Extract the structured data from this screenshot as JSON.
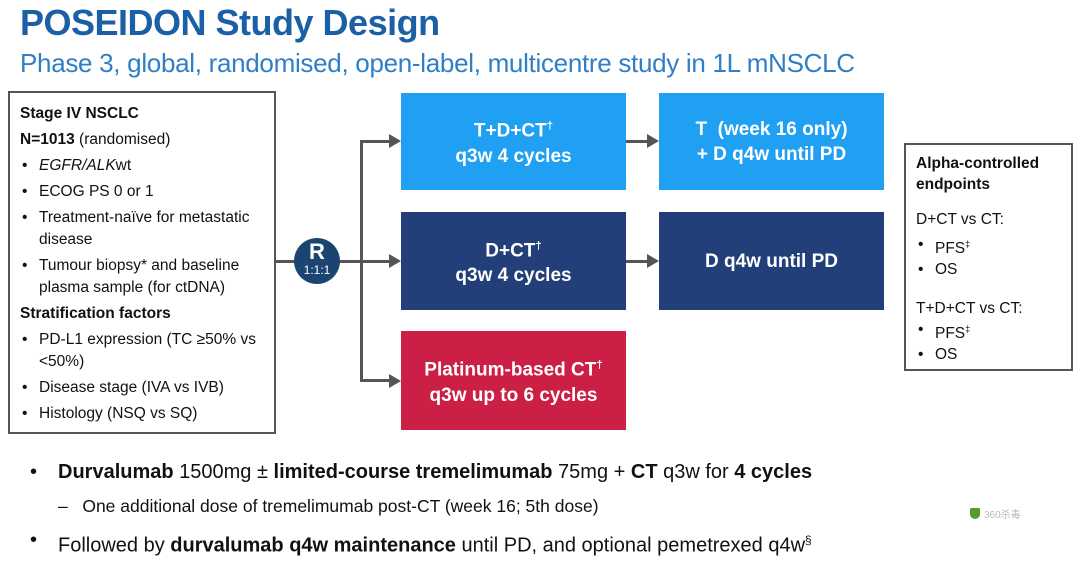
{
  "title": "POSEIDON Study Design",
  "subtitle": "Phase 3, global, randomised, open-label, multicentre study in 1L mNSCLC",
  "population": {
    "heading": "Stage IV NSCLC",
    "n_bold": "N=1013",
    "n_rest": " (randomised)",
    "criteria_egfr_italic": "EGFR/ALK",
    "criteria_egfr_rest": "wt",
    "criteria": [
      "ECOG PS 0 or 1",
      "Treatment-naïve for metastatic disease",
      "Tumour biopsy* and baseline plasma sample (for ctDNA)"
    ],
    "strat_heading": "Stratification factors",
    "strat": [
      "PD-L1 expression (TC ≥50% vs <50%)",
      "Disease stage (IVA vs IVB)",
      "Histology (NSQ vs SQ)"
    ]
  },
  "randomisation": {
    "label": "R",
    "ratio": "1:1:1"
  },
  "arms": [
    {
      "line1": "T+D+CT",
      "sup": "†",
      "line2": "q3w 4 cycles",
      "maint1": "T  (week 16 only)",
      "maint2": "+ D q4w until PD"
    },
    {
      "line1": "D+CT",
      "sup": "†",
      "line2": "q3w 4 cycles",
      "maint1": "D q4w until PD"
    },
    {
      "line1": "Platinum-based CT",
      "sup": "†",
      "line2": "q3w up to 6 cycles"
    }
  ],
  "endpoints": {
    "heading": "Alpha-controlled endpoints",
    "groups": [
      {
        "label": "D+CT vs CT:",
        "items": [
          "PFS",
          "OS"
        ]
      },
      {
        "label": "T+D+CT vs CT:",
        "items": [
          "PFS",
          "OS"
        ]
      }
    ],
    "pfs_sup": "‡"
  },
  "notes": {
    "b1": [
      {
        "t": "Durvalumab",
        "b": true
      },
      {
        "t": " 1500mg ± ",
        "b": false
      },
      {
        "t": "limited-course tremelimumab",
        "b": true
      },
      {
        "t": " 75mg + ",
        "b": false
      },
      {
        "t": "CT",
        "b": true
      },
      {
        "t": " q3w for ",
        "b": false
      },
      {
        "t": "4 cycles",
        "b": true
      }
    ],
    "sub": "One additional dose of tremelimumab post-CT (week 16; 5th dose)",
    "b2": [
      {
        "t": "Followed by ",
        "b": false
      },
      {
        "t": "durvalumab q4w maintenance",
        "b": true
      },
      {
        "t": " until PD, and optional pemetrexed q4w",
        "b": false
      }
    ],
    "b2_sup": "§"
  },
  "watermark": "360杀毒",
  "colors": {
    "light_blue": "#1fa0f2",
    "dark_blue": "#223f7a",
    "red": "#cc1f45",
    "title": "#1b5fa6"
  }
}
